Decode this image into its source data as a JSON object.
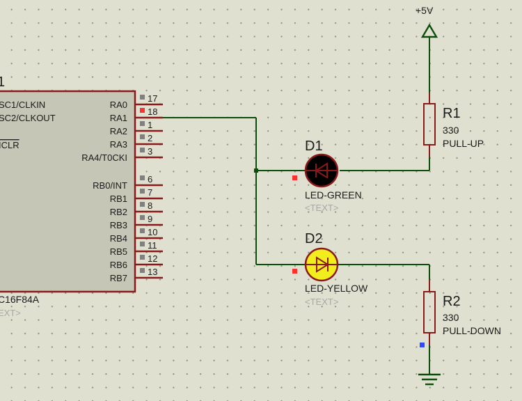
{
  "power": {
    "label": "+5V"
  },
  "mcu": {
    "ref": "1",
    "part": "C16F84A",
    "text_placeholder": "EXT>",
    "left_pins": [
      {
        "label": "SC1/CLKIN"
      },
      {
        "label": "SC2/CLKOUT"
      },
      {
        "label": "ICLR"
      }
    ],
    "right_pins": [
      {
        "label": "RA0",
        "number": "17"
      },
      {
        "label": "RA1",
        "number": "18"
      },
      {
        "label": "RA2",
        "number": "1"
      },
      {
        "label": "RA3",
        "number": "2"
      },
      {
        "label": "RA4/T0CKI",
        "number": "3"
      },
      {
        "label": "RB0/INT",
        "number": "6"
      },
      {
        "label": "RB1",
        "number": "7"
      },
      {
        "label": "RB2",
        "number": "8"
      },
      {
        "label": "RB3",
        "number": "9"
      },
      {
        "label": "RB4",
        "number": "10"
      },
      {
        "label": "RB5",
        "number": "11"
      },
      {
        "label": "RB6",
        "number": "12"
      },
      {
        "label": "RB7",
        "number": "13"
      }
    ]
  },
  "components": {
    "r1": {
      "ref": "R1",
      "value": "330",
      "name": "PULL-UP"
    },
    "r2": {
      "ref": "R2",
      "value": "330",
      "name": "PULL-DOWN"
    },
    "d1": {
      "ref": "D1",
      "part": "LED-GREEN",
      "text": "<TEXT>"
    },
    "d2": {
      "ref": "D2",
      "part": "LED-YELLOW",
      "text": "<TEXT>"
    }
  },
  "colors": {
    "wire": "#0b4d0b",
    "component_outline": "#8a1a1a",
    "led_d1_fill": "#000000",
    "led_d2_fill": "#f2ee1e",
    "pin_state_high": "#ff3030",
    "pin_state_low": "#3048ff",
    "pin_state_neutral": "#808080"
  }
}
